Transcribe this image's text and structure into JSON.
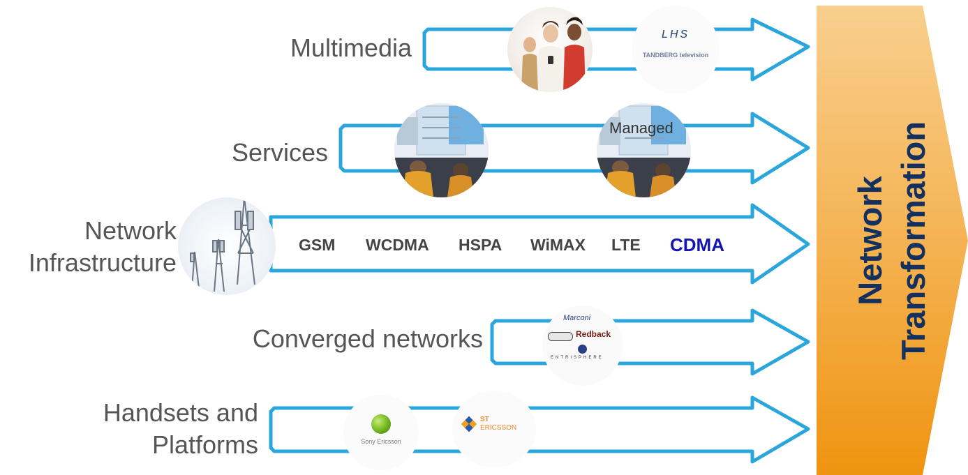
{
  "rows": [
    {
      "label": "Multimedia"
    },
    {
      "label": "Services",
      "caption": "Managed"
    },
    {
      "label_lines": [
        "Network",
        "Infrastructure"
      ]
    },
    {
      "label": "Converged networks"
    },
    {
      "label_lines": [
        "Handsets and",
        "Platforms"
      ]
    }
  ],
  "technologies": [
    "GSM",
    "WCDMA",
    "HSPA",
    "WiMAX",
    "LTE",
    "CDMA"
  ],
  "logos": {
    "lhs": "LHS",
    "tandberg": "TANDBERG television",
    "marconi": "Marconi",
    "redback": "Redback",
    "entrisphere": "ENTRISPHERE",
    "sony_ericsson": "Sony Ericsson",
    "st": "ST",
    "ericsson": "ERICSSON"
  },
  "banner": {
    "line1": "Network",
    "line2": "Transformation"
  },
  "colors": {
    "arrow": "#2aa6dc",
    "banner_top": "#f8cf8e",
    "banner_bottom": "#ef9410",
    "banner_text": "#13305e",
    "accent_tech": "#1414b4"
  }
}
